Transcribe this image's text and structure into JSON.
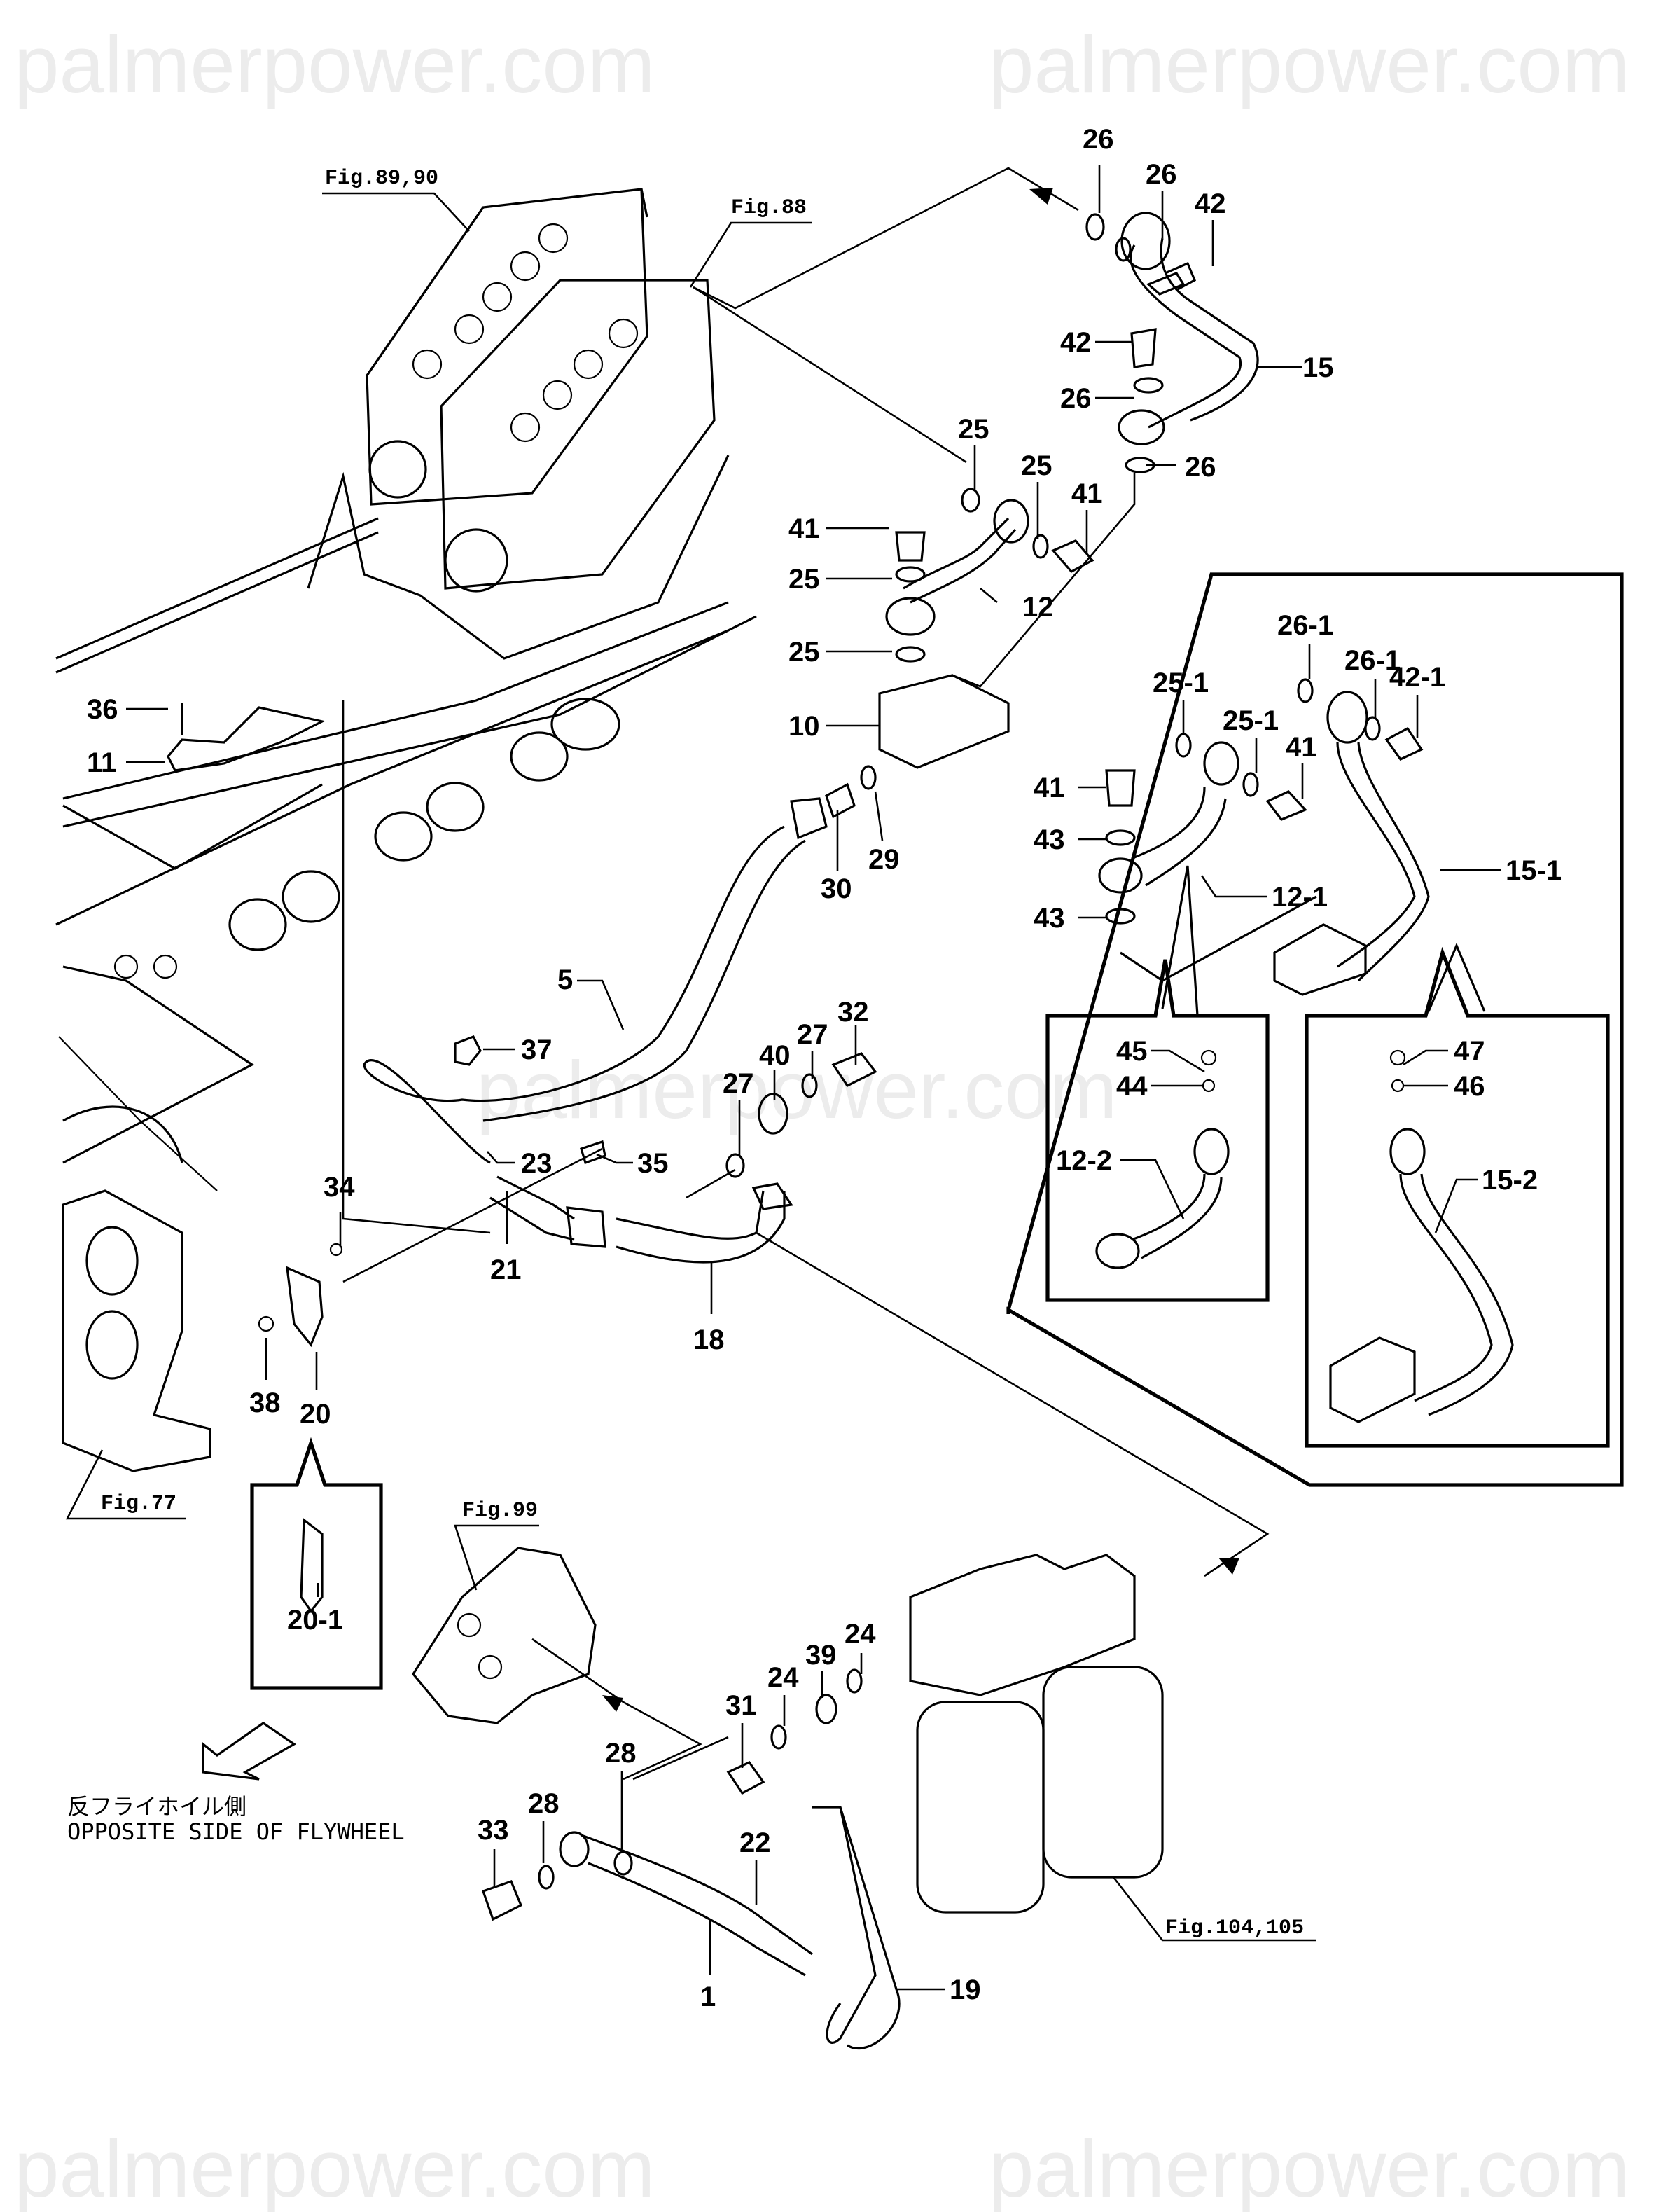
{
  "watermark": "palmerpower.com",
  "figure_refs": {
    "cylinder_head": "Fig.89,90",
    "rocker_cover": "Fig.88",
    "exhaust_manifold": "Fig.77",
    "fuel_pump": "Fig.99",
    "fuel_filter": "Fig.104,105"
  },
  "note": {
    "japanese": "反フライホイル側",
    "english": "OPPOSITE SIDE OF FLYWHEEL"
  },
  "callouts": {
    "c26a": "26",
    "c26b": "26",
    "c42a": "42",
    "c42b": "42",
    "c15": "15",
    "c26c": "26",
    "c26d": "26",
    "c25a": "25",
    "c25b": "25",
    "c41a": "41",
    "c41b": "41",
    "c25c": "25",
    "c12": "12",
    "c25d": "25",
    "c10": "10",
    "c36": "36",
    "c11": "11",
    "c30": "30",
    "c29": "29",
    "c5": "5",
    "c37": "37",
    "c27a": "27",
    "c27b": "27",
    "c40": "40",
    "c32": "32",
    "c23": "23",
    "c35": "35",
    "c21": "21",
    "c18": "18",
    "c34": "34",
    "c38": "38",
    "c20": "20",
    "c20_1": "20-1",
    "c31": "31",
    "c24a": "24",
    "c39": "39",
    "c24b": "24",
    "c28a": "28",
    "c28b": "28",
    "c33": "33",
    "c22": "22",
    "c1": "1",
    "c19": "19",
    "c26_1a": "26-1",
    "c26_1b": "26-1",
    "c42_1": "42-1",
    "c25_1a": "25-1",
    "c25_1b": "25-1",
    "c41c": "41",
    "c41d": "41",
    "c43a": "43",
    "c43b": "43",
    "c12_1": "12-1",
    "c15_1": "15-1",
    "c45": "45",
    "c44": "44",
    "c12_2": "12-2",
    "c47": "47",
    "c46": "46",
    "c15_2": "15-2"
  }
}
